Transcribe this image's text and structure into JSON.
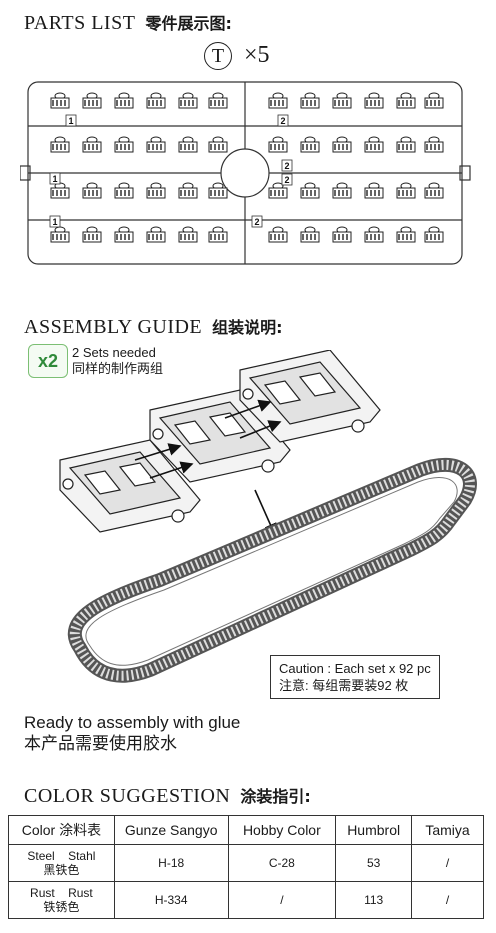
{
  "parts_list": {
    "title": "PARTS LIST",
    "title_cn": "零件展示图:",
    "sprue_letter": "T",
    "sprue_qty": "×5",
    "part_numbers": [
      "1",
      "2"
    ]
  },
  "assembly": {
    "title": "ASSEMBLY GUIDE",
    "title_cn": "组装说明:",
    "badge": "x2",
    "sets_needed": "2 Sets needed",
    "sets_needed_cn": "同样的制作两组",
    "caution": "Caution : Each set x 92 pc",
    "caution_cn": "注意: 每组需要装92 枚",
    "glue": "Ready to assembly with glue",
    "glue_cn": "本产品需要使用胶水"
  },
  "colors": {
    "title": "COLOR SUGGESTION",
    "title_cn": "涂装指引:",
    "headers": [
      "Color 涂料表",
      "Gunze Sangyo",
      "Hobby Color",
      "Humbrol",
      "Tamiya"
    ],
    "rows": [
      {
        "name_en": "Steel",
        "name_de": "Stahl",
        "name_cn": "黑铁色",
        "gunze": "H-18",
        "hobby": "C-28",
        "humbrol": "53",
        "tamiya": "/"
      },
      {
        "name_en": "Rust",
        "name_de": "Rust",
        "name_cn": "铁锈色",
        "gunze": "H-334",
        "hobby": "/",
        "humbrol": "113",
        "tamiya": "/"
      }
    ]
  }
}
